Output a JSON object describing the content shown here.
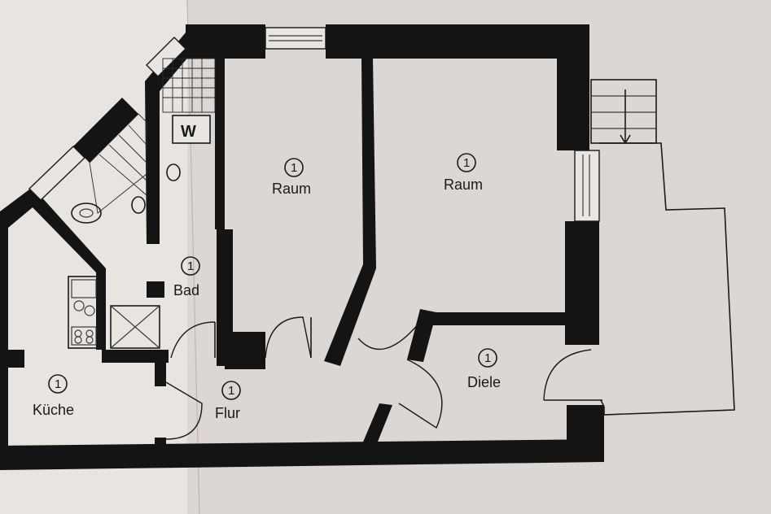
{
  "rooms": {
    "raum_left": {
      "number": "1",
      "label": "Raum"
    },
    "raum_right": {
      "number": "1",
      "label": "Raum"
    },
    "bad": {
      "number": "1",
      "label": "Bad"
    },
    "kueche": {
      "number": "1",
      "label": "Küche"
    },
    "flur": {
      "number": "1",
      "label": "Flur"
    },
    "diele": {
      "number": "1",
      "label": "Diele"
    }
  },
  "washer_label": "W",
  "colors": {
    "paper": "#e6e2dd",
    "wall": "#141414"
  }
}
